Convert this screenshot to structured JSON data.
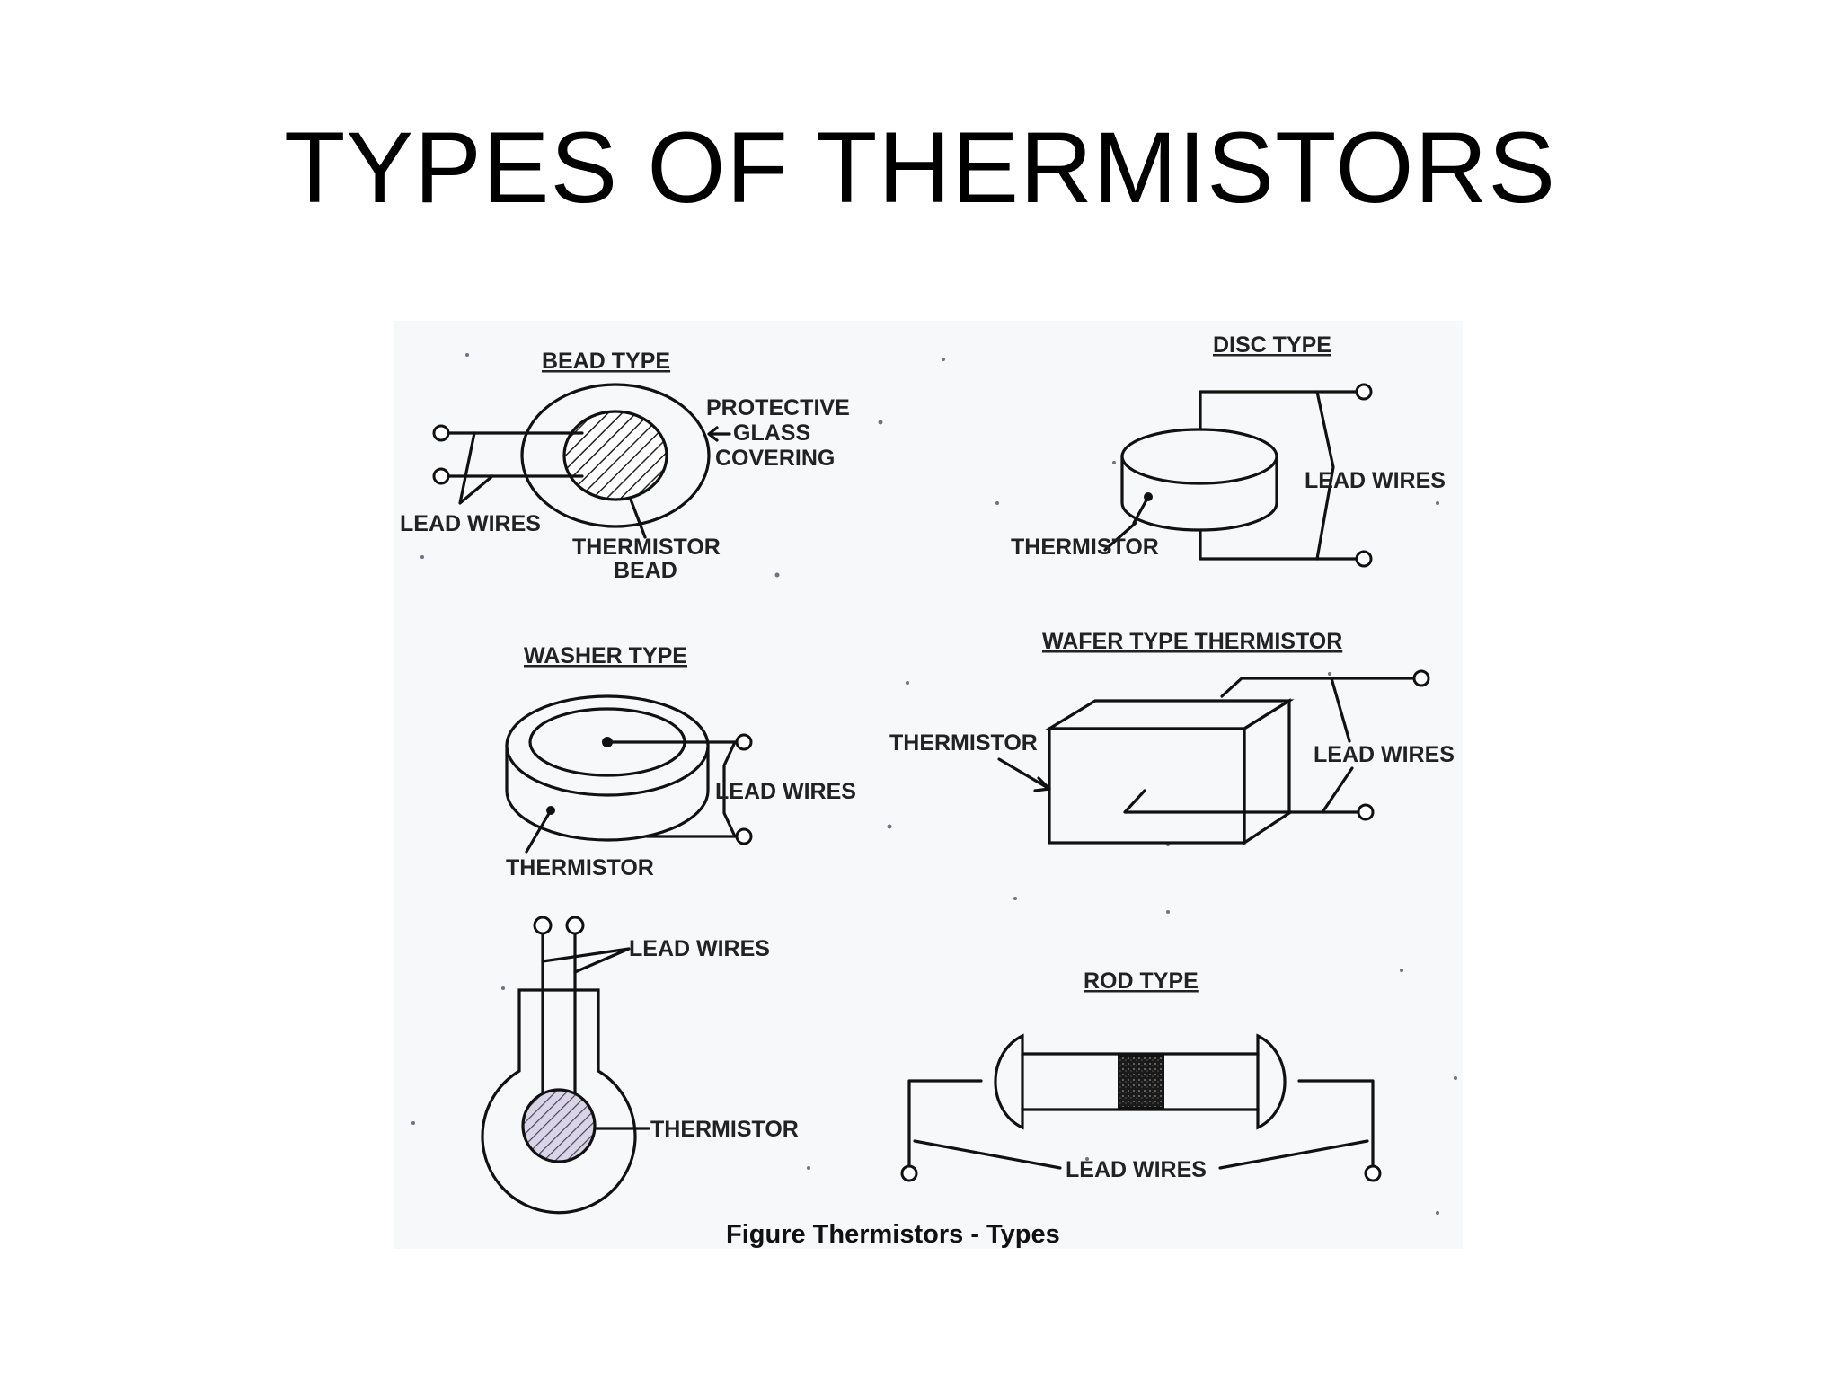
{
  "title": "TYPES OF THERMISTORS",
  "figure": {
    "caption": "Figure Thermistors - Types",
    "bead": {
      "heading": "BEAD TYPE",
      "glass_line1": "PROTECTIVE",
      "glass_line2": "GLASS",
      "glass_line3": "COVERING",
      "leads": "LEAD WIRES",
      "bead_line1": "THERMISTOR",
      "bead_line2": "BEAD"
    },
    "disc": {
      "heading": "DISC TYPE",
      "leads": "LEAD WIRES",
      "thermistor": "THERMISTOR"
    },
    "washer": {
      "heading": "WASHER TYPE",
      "leads": "LEAD WIRES",
      "thermistor": "THERMISTOR"
    },
    "wafer": {
      "heading": "WAFER TYPE THERMISTOR",
      "thermistor": "THERMISTOR",
      "leads": "LEAD WIRES"
    },
    "probe": {
      "leads": "LEAD WIRES",
      "thermistor": "THERMISTOR"
    },
    "rod": {
      "heading": "ROD TYPE",
      "leads": "LEAD WIRES"
    }
  }
}
